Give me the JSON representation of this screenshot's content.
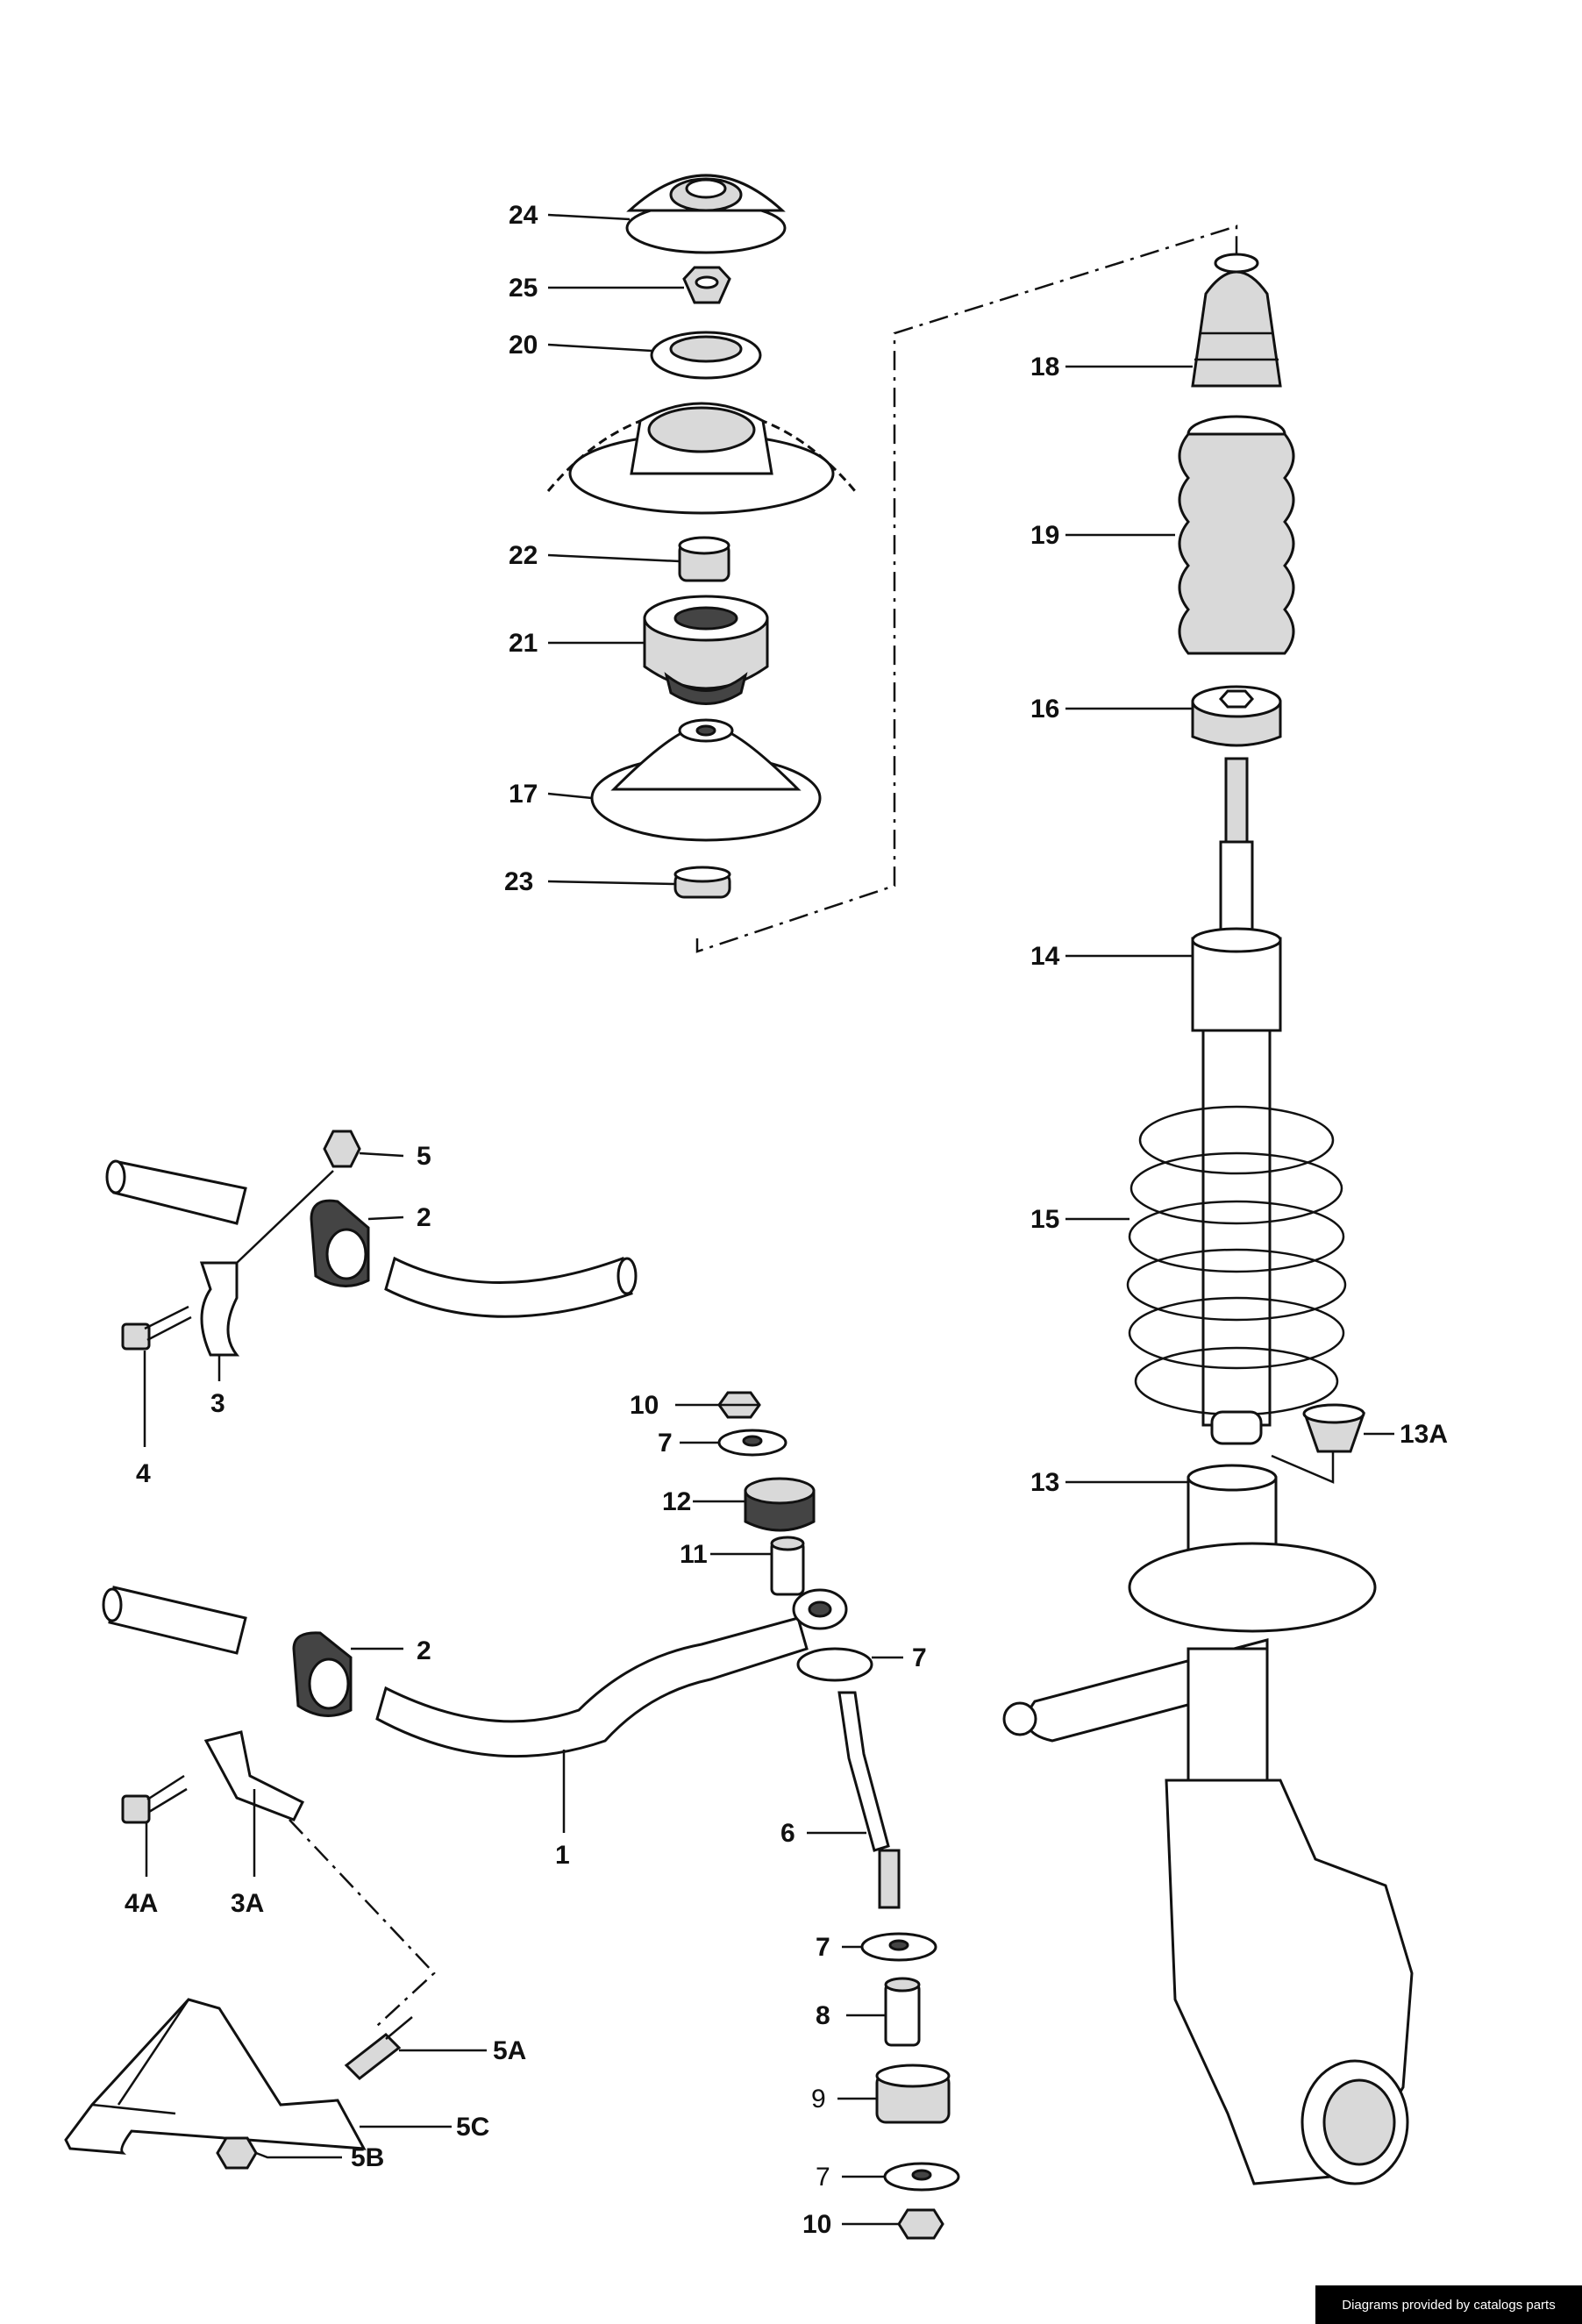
{
  "labels": {
    "l24": "24",
    "l25": "25",
    "l20": "20",
    "l22": "22",
    "l21": "21",
    "l17": "17",
    "l23": "23",
    "l18": "18",
    "l19": "19",
    "l16": "16",
    "l14": "14",
    "l15": "15",
    "l13A": "13A",
    "l13": "13",
    "l5": "5",
    "l2a": "2",
    "l3": "3",
    "l4": "4",
    "l10a": "10",
    "l7a": "7",
    "l12": "12",
    "l11": "11",
    "l2b": "2",
    "l7b": "7",
    "l6": "6",
    "l1": "1",
    "l4A": "4A",
    "l3A": "3A",
    "l5A": "5A",
    "l5C": "5C",
    "l5B": "5B",
    "l7c": "7",
    "l8": "8",
    "l9": "9",
    "l7d": "7",
    "l10b": "10"
  },
  "credit": "Diagrams provided by catalogs parts",
  "colors": {
    "line": "#111111",
    "background": "#ffffff",
    "credit_bg": "#000000"
  }
}
